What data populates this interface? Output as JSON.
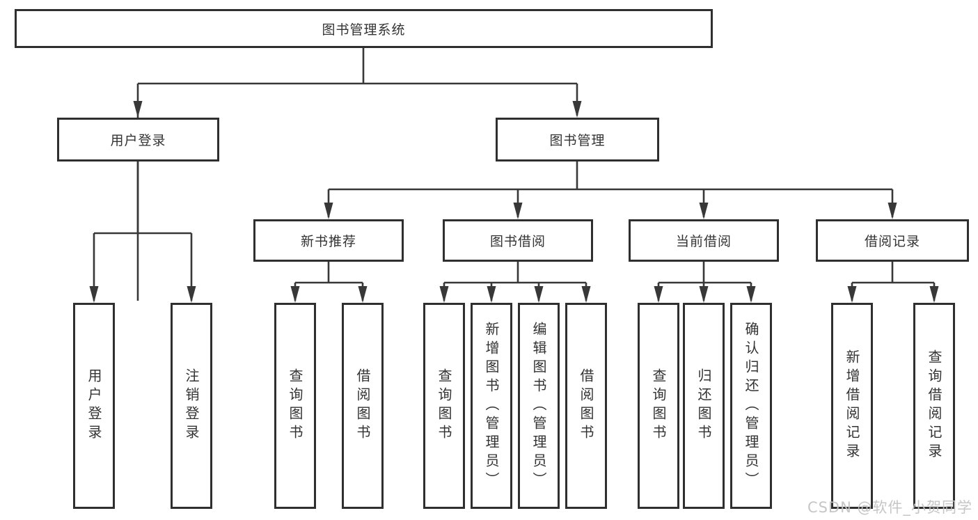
{
  "tree": {
    "label": "图书管理系统",
    "children": [
      {
        "label": "用户登录",
        "children": [
          {
            "label": "用户登录"
          },
          {
            "label": "注销登录"
          }
        ]
      },
      {
        "label": "图书管理",
        "children": [
          {
            "label": "新书推荐",
            "children": [
              {
                "label": "查询图书"
              },
              {
                "label": "借阅图书"
              }
            ]
          },
          {
            "label": "图书借阅",
            "children": [
              {
                "label": "查询图书"
              },
              {
                "label": "新增图书（管理员）"
              },
              {
                "label": "编辑图书（管理员）"
              },
              {
                "label": "借阅图书"
              }
            ]
          },
          {
            "label": "当前借阅",
            "children": [
              {
                "label": "查询图书"
              },
              {
                "label": "归还图书"
              },
              {
                "label": "确认归还（管理员）"
              }
            ]
          },
          {
            "label": "借阅记录",
            "children": [
              {
                "label": "新增借阅记录"
              },
              {
                "label": "查询借阅记录"
              }
            ]
          }
        ]
      }
    ]
  },
  "watermark": "CSDN @软件_小贺同学",
  "colors": {
    "line": "#383838",
    "box_border": "#2f2f2f",
    "text": "#333333",
    "watermark": "#c3c3c3",
    "background": "#ffffff"
  }
}
